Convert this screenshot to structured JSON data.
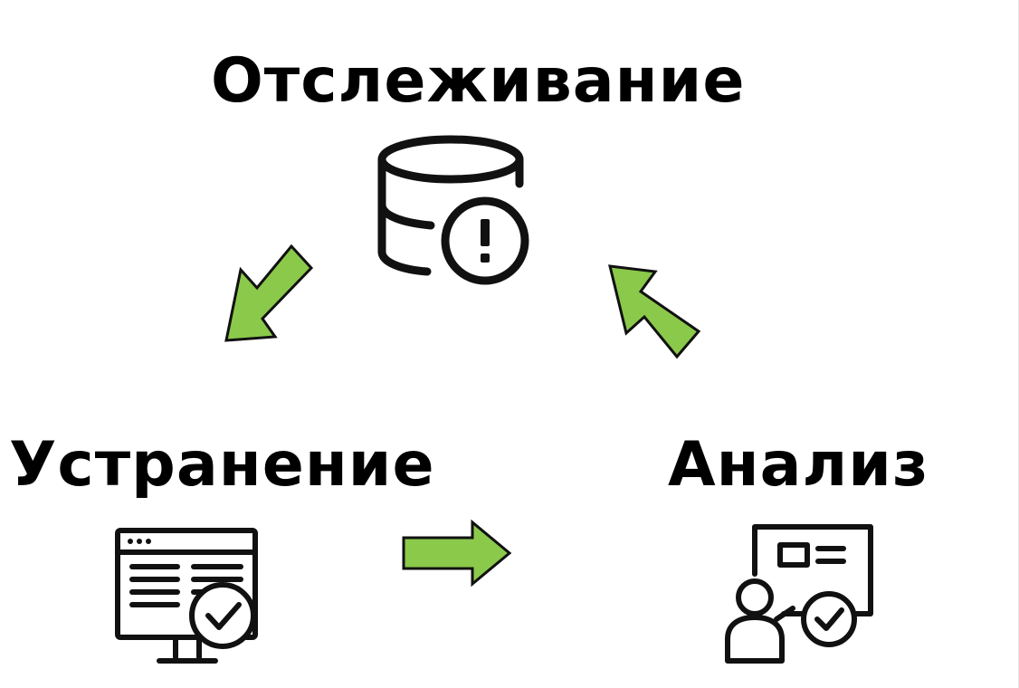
{
  "diagram": {
    "stages": {
      "top": {
        "label": "Отслеживание",
        "icon": "database-alert-icon"
      },
      "left": {
        "label": "Устранение",
        "icon": "monitor-check-icon"
      },
      "right": {
        "label": "Анализ",
        "icon": "presenter-board-check-icon"
      }
    },
    "arrows": [
      {
        "from": "top",
        "to": "left",
        "icon": "arrow-down-left-icon"
      },
      {
        "from": "left",
        "to": "right",
        "icon": "arrow-right-icon"
      },
      {
        "from": "right",
        "to": "top",
        "icon": "arrow-up-left-icon"
      }
    ],
    "colors": {
      "arrow_fill": "#8BC94A",
      "arrow_stroke": "#111111",
      "text": "#000000",
      "icon_stroke": "#111111"
    }
  }
}
